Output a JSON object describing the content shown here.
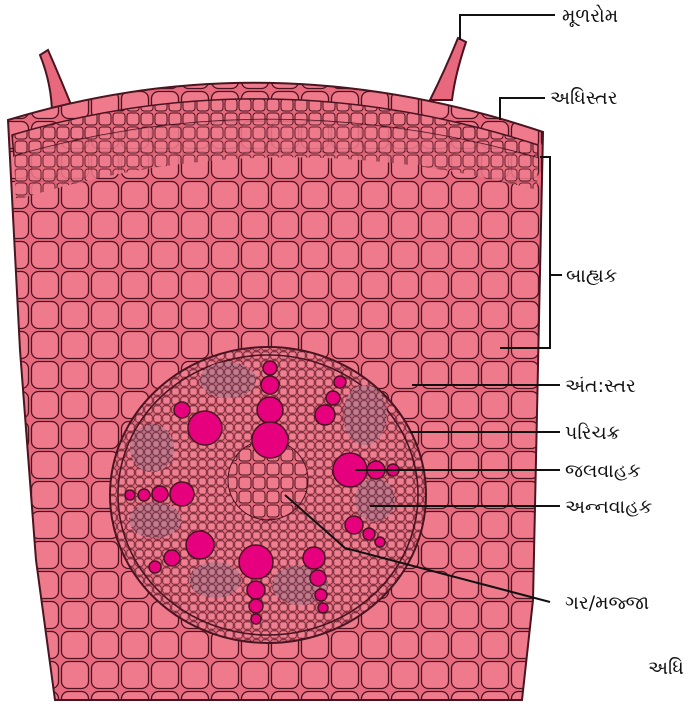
{
  "labels": {
    "root_hair": "મૂળરોમ",
    "epidermis": "અધિસ્તર",
    "cortex": "બાહ્યક",
    "endodermis": "અંત:સ્તર",
    "pericycle": "પરિચક્ર",
    "xylem": "જલવાહક",
    "phloem": "અન્નવાહક",
    "pith": "ગર/મજ્જા",
    "cut_off_text": "અધિ"
  },
  "colors": {
    "tissue": "#e8697d",
    "cell_wall": "#4a1420",
    "xylem": "#e6007e",
    "phloem": "#b86a80",
    "leader_line": "#111111"
  }
}
